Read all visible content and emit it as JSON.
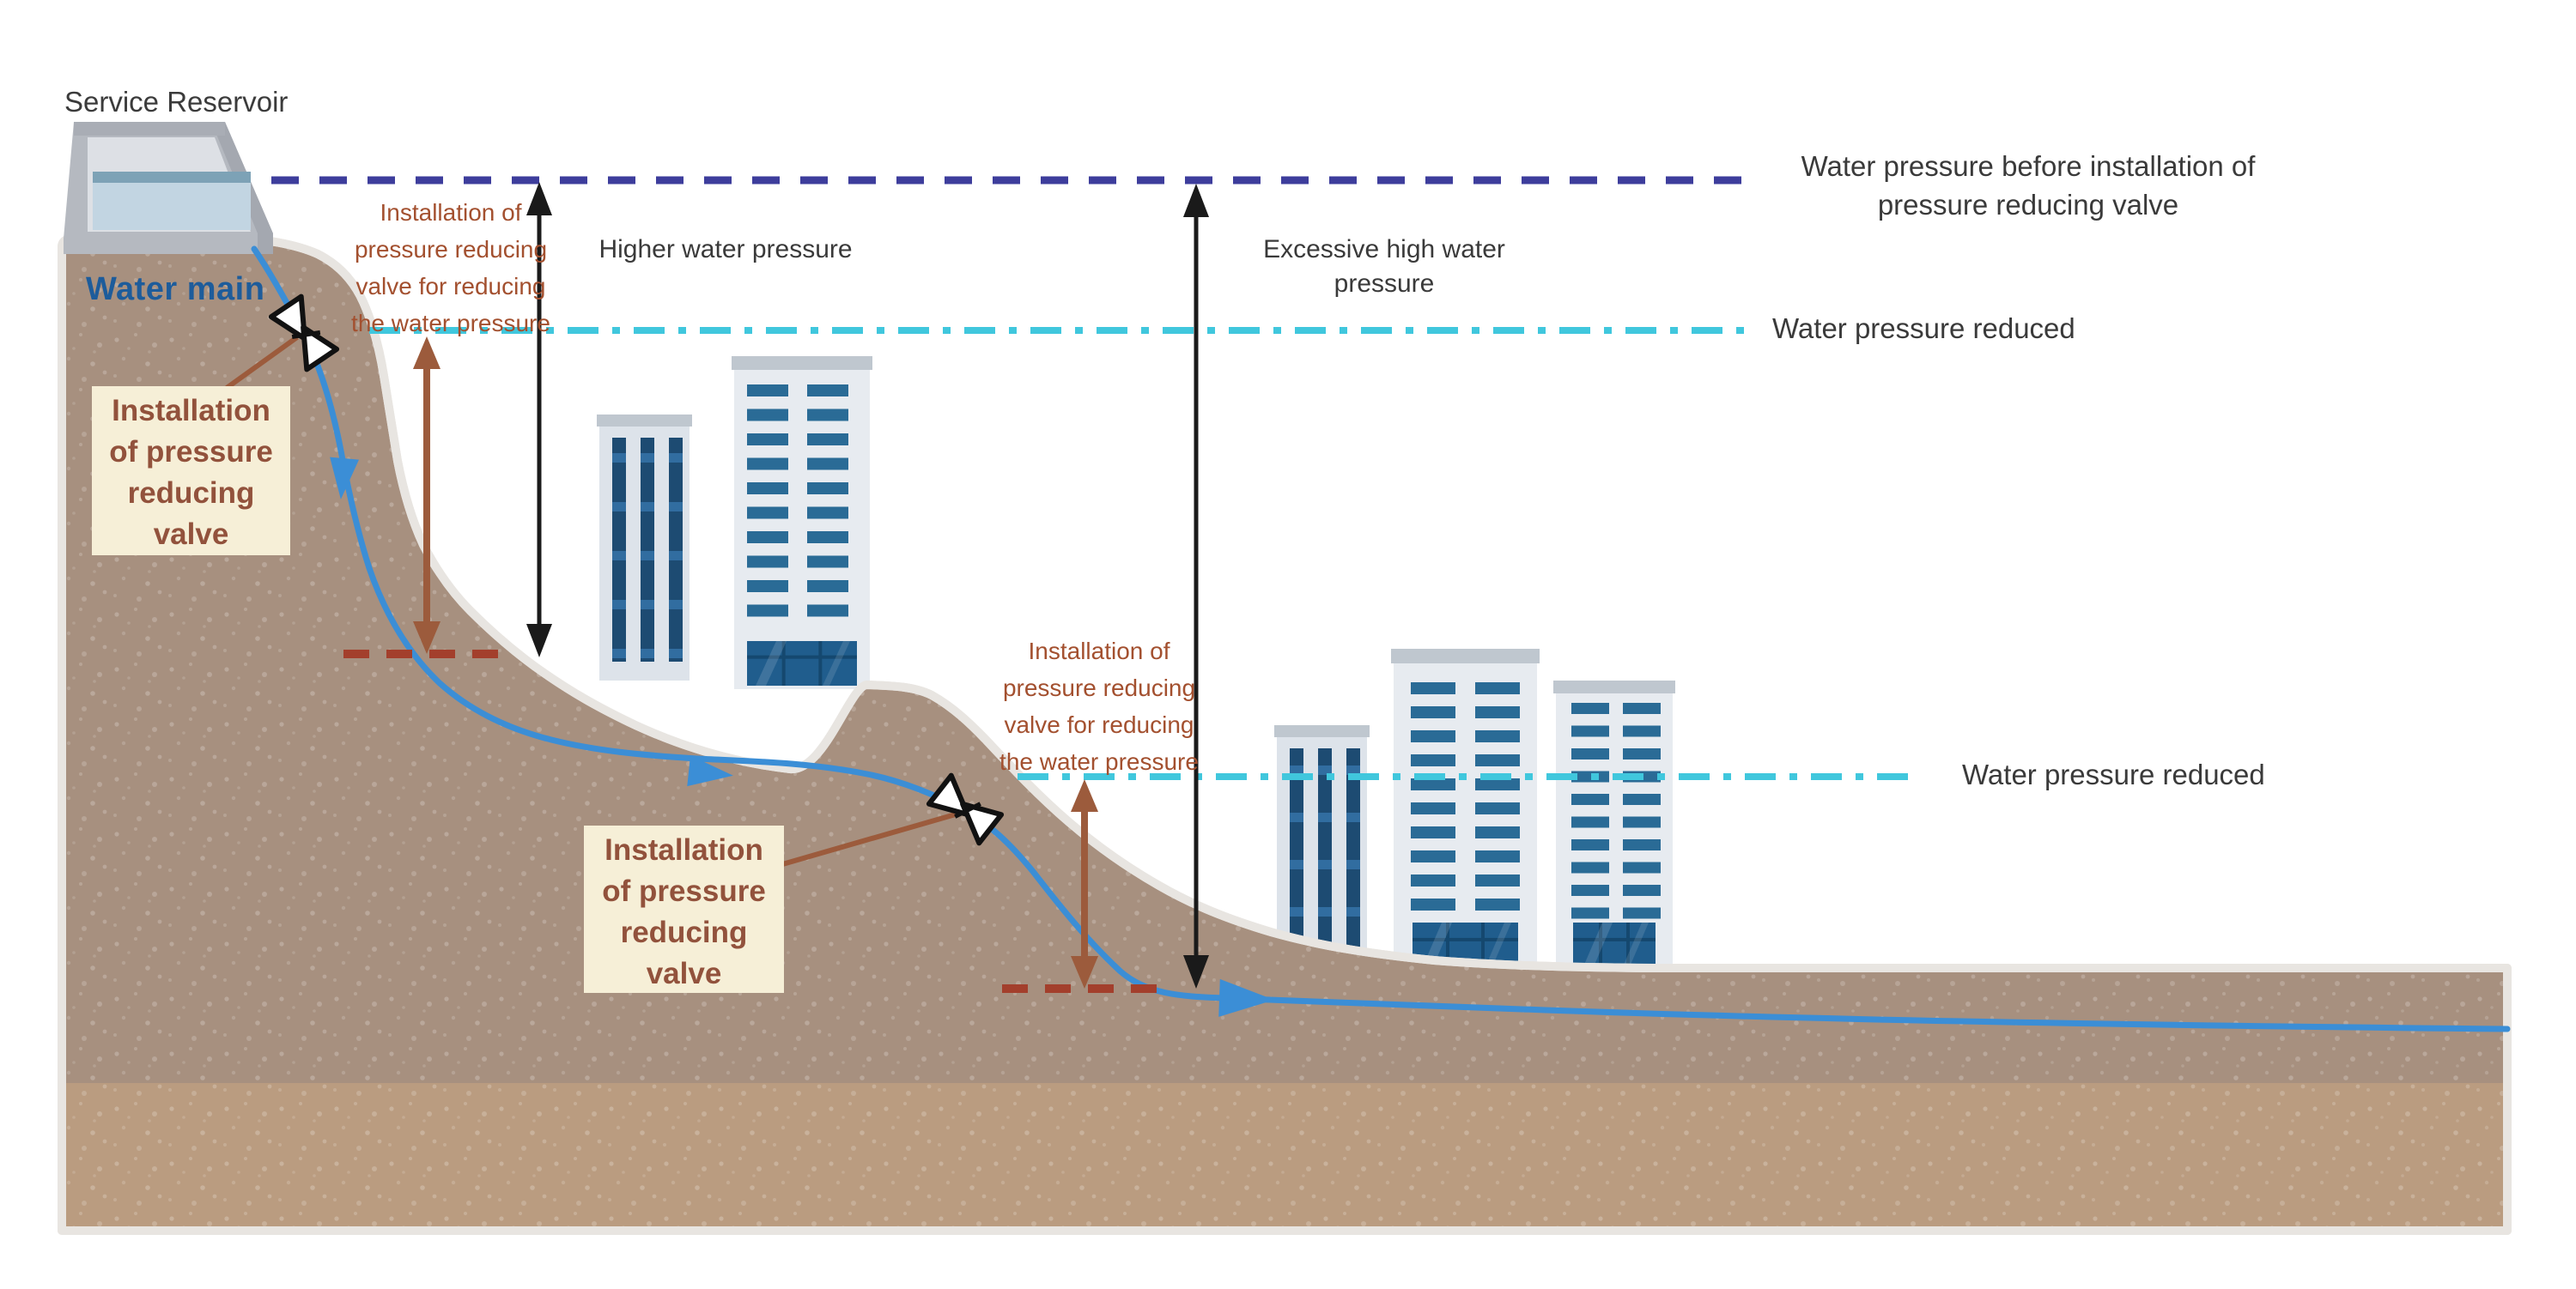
{
  "scene": {
    "service_reservoir": "Service Reservoir",
    "water_main": "Water main"
  },
  "pressure_labels": {
    "higher_pressure": "Higher water pressure",
    "excessive_pressure": "Excessive high water pressure",
    "before_install": "Water pressure before installation of\npressure reducing valve",
    "reduced_upper": "Water pressure reduced",
    "reduced_lower": "Water pressure reduced"
  },
  "valve_annotations": {
    "prv_note_upper": "Installation of\npressure reducing\nvalve for reducing\nthe water pressure",
    "prv_note_lower": "Installation of\npressure reducing\nvalve for reducing\nthe water pressure",
    "prv_box_upper": "Installation\nof pressure\nreducing\nvalve",
    "prv_box_lower": "Installation\nof pressure\nreducing\nvalve"
  },
  "colors": {
    "pressure_before_line": "#3d3d9c",
    "pressure_reduced_line": "#40c7dd",
    "reduced_range_dash": "#a33f2c",
    "annotation_brown": "#a3502f",
    "arrow_brown": "#9c5b3c",
    "arrow_black": "#1a1a1a",
    "water_main_blue": "#3b8ed6",
    "terrain_brown": "#a7907f",
    "terrain_band": "#ba9c80",
    "building_window_blue": "#2a6b96",
    "label_box_bg": "#f6efd7"
  }
}
